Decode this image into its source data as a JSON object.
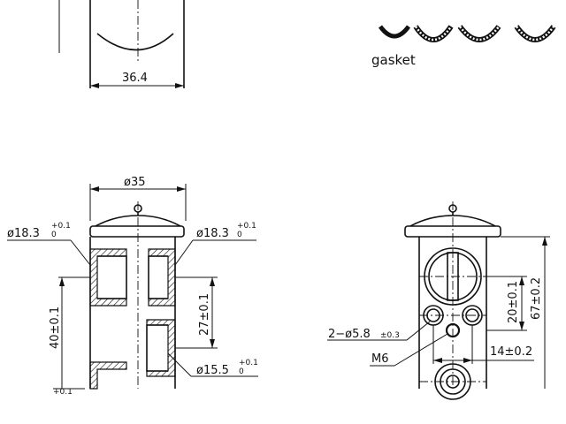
{
  "colors": {
    "line": "#111111",
    "background": "#ffffff"
  },
  "labels": {
    "gasket": "gasket",
    "width_top": "36.4",
    "diameter_body": "ø35",
    "bore_left": "ø18.3",
    "bore_left_tol_upper": "+0.1",
    "bore_left_tol_lower": "0",
    "bore_right": "ø18.3",
    "bore_right_tol_upper": "+0.1",
    "bore_right_tol_lower": "0",
    "height_left": "40±0.1",
    "height_inner": "27±0.1",
    "bore_small": "ø15.5",
    "bore_small_tol_upper": "+0.1",
    "bore_small_tol_lower": "0",
    "partial_tol": "+0.1",
    "holes": "2−ø5.8",
    "holes_tol": "±0.3",
    "thread": "M6",
    "height_20": "20±0.1",
    "height_67": "67±0.2",
    "width_14": "14±0.2"
  }
}
